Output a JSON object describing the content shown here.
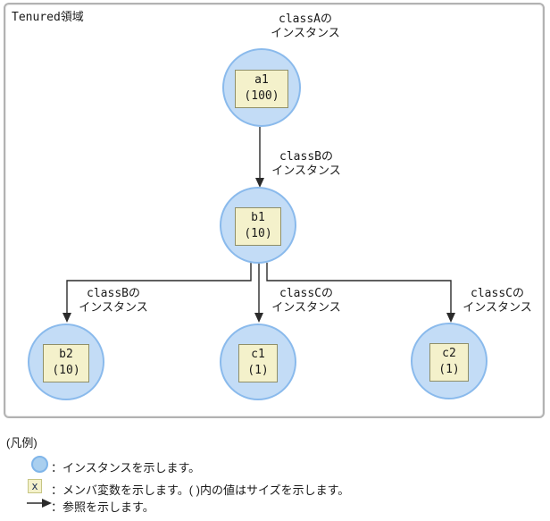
{
  "region": {
    "title": "Tenured領域",
    "border_color": "#b2b2b2"
  },
  "colors": {
    "instance_fill": "#c3dcf6",
    "instance_border": "#8abaec",
    "member_fill": "#f4f1cb",
    "member_border": "#8f8f69",
    "reference_line": "#2b2b2b"
  },
  "nodes": [
    {
      "id": "a1",
      "name": "a1",
      "size": "(100)",
      "class_line1": "classAの",
      "class_line2": "インスタンス"
    },
    {
      "id": "b1",
      "name": "b1",
      "size": "(10)",
      "class_line1": "classBの",
      "class_line2": "インスタンス"
    },
    {
      "id": "b2",
      "name": "b2",
      "size": "(10)",
      "class_line1": "classBの",
      "class_line2": "インスタンス"
    },
    {
      "id": "c1",
      "name": "c1",
      "size": "(1)",
      "class_line1": "classCの",
      "class_line2": "インスタンス"
    },
    {
      "id": "c2",
      "name": "c2",
      "size": "(1)",
      "class_line1": "classCの",
      "class_line2": "インスタンス"
    }
  ],
  "references": [
    {
      "from": "a1",
      "to": "b1"
    },
    {
      "from": "b1",
      "to": "b2"
    },
    {
      "from": "b1",
      "to": "c1"
    },
    {
      "from": "b1",
      "to": "c2"
    }
  ],
  "legend": {
    "title": "(凡例)",
    "items": [
      {
        "icon": "instance-circle-icon",
        "text": "：インスタンスを示します。"
      },
      {
        "icon": "member-box-icon",
        "icon_label": "x",
        "text": "：メンバ変数を示します。( )内の値はサイズを示します。"
      },
      {
        "icon": "reference-arrow-icon",
        "text": "：参照を示します。"
      }
    ]
  }
}
